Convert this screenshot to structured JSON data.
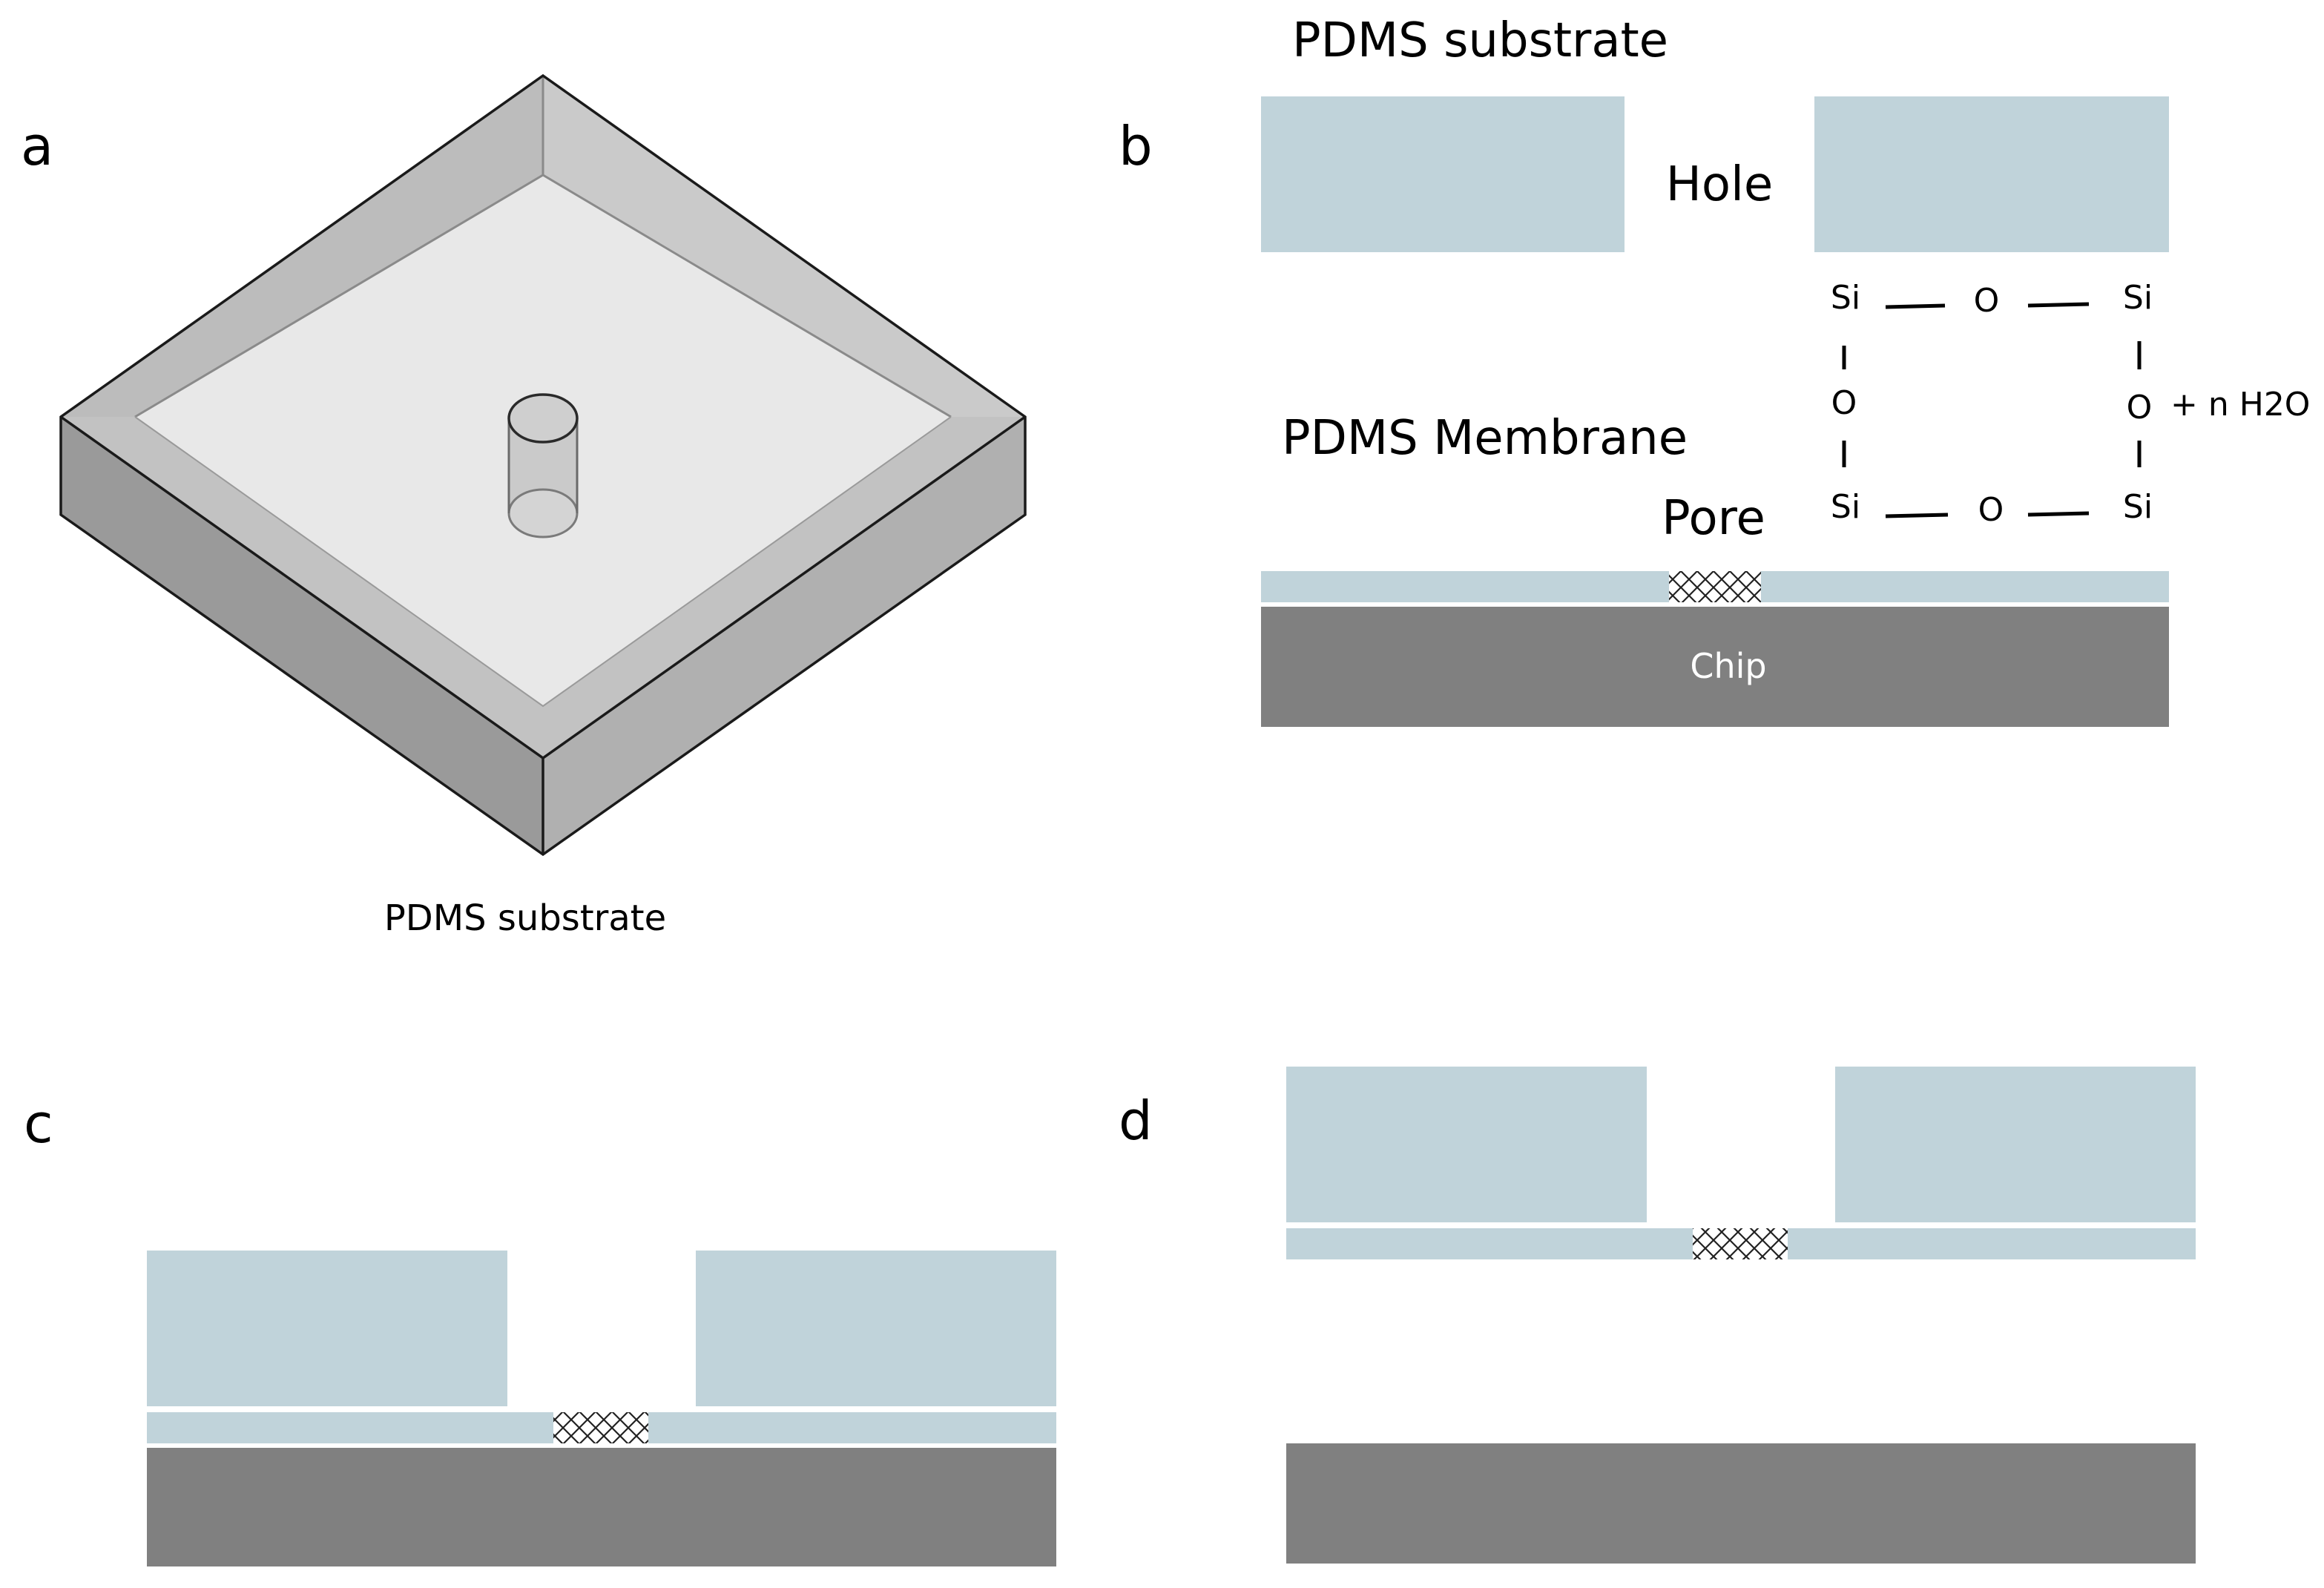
{
  "panels": {
    "a": {
      "label": "a",
      "caption": "PDMS substrate"
    },
    "b": {
      "label": "b",
      "substrate_label": "PDMS substrate",
      "hole_label": "Hole",
      "membrane_label": "PDMS Membrane",
      "pore_label": "Pore",
      "chip_label": "Chip",
      "chemistry": {
        "si_top_left": "Si",
        "o_top": "O",
        "si_top_right": "Si",
        "o_left": "O",
        "o_right": "O",
        "si_bottom_left": "Si",
        "o_bottom": "O",
        "si_bottom_right": "Si",
        "byproduct": "+ n H2O"
      }
    },
    "c": {
      "label": "c"
    },
    "d": {
      "label": "d"
    }
  },
  "colors": {
    "pdms": "#c0d3da",
    "chip": "#808080",
    "box_top": "#e8e8e8",
    "box_side": "#b4b4b4",
    "box_side_dark": "#9a9a9a"
  }
}
